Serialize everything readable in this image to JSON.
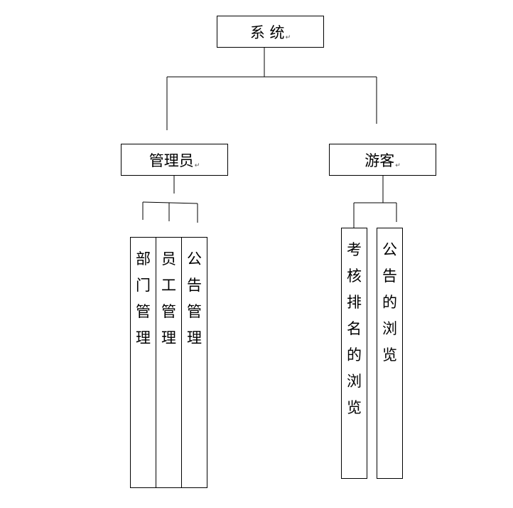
{
  "root": {
    "label": "系 统"
  },
  "branches": [
    {
      "label": "管理员",
      "children": [
        "部门管理",
        "员工管理",
        "公告管理"
      ]
    },
    {
      "label": "游客",
      "children": [
        "考核排名的浏览",
        "公告的浏览"
      ]
    }
  ],
  "paragraph_mark": "↵"
}
